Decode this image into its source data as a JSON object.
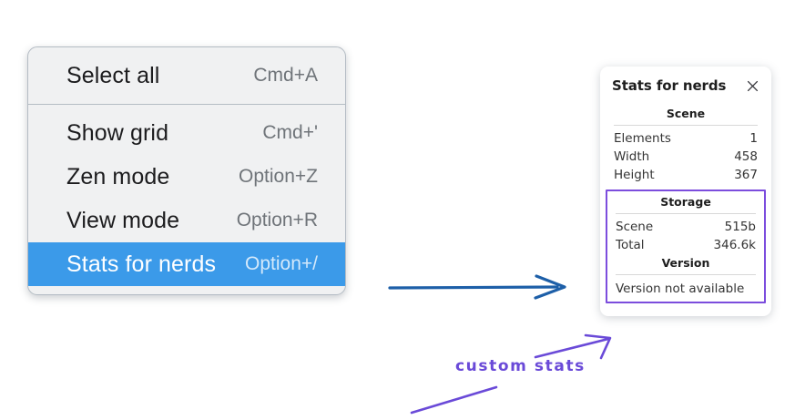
{
  "context_menu": {
    "groups": [
      {
        "items": [
          {
            "label": "Select all",
            "shortcut": "Cmd+A",
            "selected": false
          }
        ]
      },
      {
        "items": [
          {
            "label": "Show grid",
            "shortcut": "Cmd+'",
            "selected": false
          },
          {
            "label": "Zen mode",
            "shortcut": "Option+Z",
            "selected": false
          },
          {
            "label": "View mode",
            "shortcut": "Option+R",
            "selected": false
          },
          {
            "label": "Stats for nerds",
            "shortcut": "Option+/",
            "selected": true
          }
        ]
      }
    ]
  },
  "stats_panel": {
    "title": "Stats for nerds",
    "close_icon": "close-icon",
    "scene": {
      "heading": "Scene",
      "rows": [
        {
          "label": "Elements",
          "value": "1"
        },
        {
          "label": "Width",
          "value": "458"
        },
        {
          "label": "Height",
          "value": "367"
        }
      ]
    },
    "storage": {
      "heading": "Storage",
      "rows": [
        {
          "label": "Scene",
          "value": "515b"
        },
        {
          "label": "Total",
          "value": "346.6k"
        }
      ]
    },
    "version": {
      "heading": "Version",
      "note": "Version not available"
    }
  },
  "annotations": {
    "custom_stats_label": "custom stats"
  },
  "colors": {
    "menu_background": "#f0f1f2",
    "menu_border": "#b4bcc4",
    "menu_selected": "#3b9ae9",
    "menu_label": "#1c1c1e",
    "menu_shortcut": "#6f7479",
    "panel_background": "#ffffff",
    "highlight_purple": "#7c4ddd",
    "annotation_purple": "#6a4ad8",
    "arrow_blue": "#1d5fa8",
    "page_background": "#ffffff"
  }
}
